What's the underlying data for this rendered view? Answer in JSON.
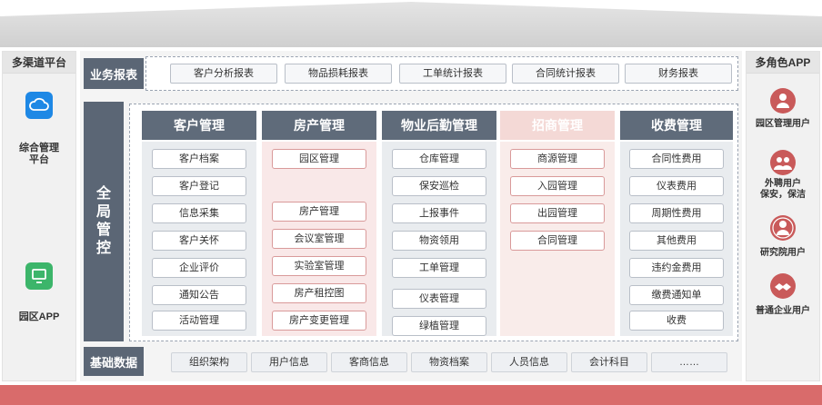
{
  "left_panel": {
    "title": "多渠道平台",
    "apps": [
      {
        "label": "综合管理\n平台",
        "icon": "cloud-icon",
        "color": "#1e88e5"
      },
      {
        "label": "园区APP",
        "icon": "monitor-icon",
        "color": "#3cb56a"
      }
    ]
  },
  "right_panel": {
    "title": "多角色APP",
    "roles": [
      {
        "label": "园区管理用户",
        "icon": "park-manager-icon"
      },
      {
        "label": "外聘用户\n保安，保洁",
        "icon": "outsourced-staff-icon"
      },
      {
        "label": "研究院用户",
        "icon": "institute-user-icon"
      },
      {
        "label": "普通企业用户",
        "icon": "handshake-icon"
      }
    ],
    "icon_color": "#c95a5a"
  },
  "business_reports": {
    "label": "业务报表",
    "items": [
      "客户分析报表",
      "物品损耗报表",
      "工单统计报表",
      "合同统计报表",
      "财务报表"
    ]
  },
  "global_control": {
    "label": "全\n局\n管\n控",
    "columns": [
      {
        "title": "客户管理",
        "items": [
          "客户档案",
          "客户登记",
          "信息采集",
          "客户关怀",
          "企业评价",
          "通知公告",
          "活动管理"
        ]
      },
      {
        "title": "房产管理",
        "items": [
          "园区管理",
          "房产管理",
          "会议室管理",
          "实验室管理",
          "房产租控图",
          "房产变更管理"
        ]
      },
      {
        "title": "物业后勤管理",
        "items": [
          "仓库管理",
          "保安巡检",
          "上报事件",
          "物资领用",
          "工单管理",
          "仪表管理",
          "绿植管理"
        ]
      },
      {
        "title": "招商管理",
        "items": [
          "商源管理",
          "入园管理",
          "出园管理",
          "合同管理"
        ]
      },
      {
        "title": "收费管理",
        "items": [
          "合同性费用",
          "仪表费用",
          "周期性费用",
          "其他费用",
          "违约金费用",
          "缴费通知单",
          "收费"
        ]
      }
    ]
  },
  "base_data": {
    "label": "基础数据",
    "items": [
      "组织架构",
      "用户信息",
      "客商信息",
      "物资档案",
      "人员信息",
      "会计科目",
      "……"
    ]
  },
  "colors": {
    "header_gray": "#5f6b7a",
    "accent_red": "#d96b6b",
    "pink_light": "#f9ecea"
  }
}
